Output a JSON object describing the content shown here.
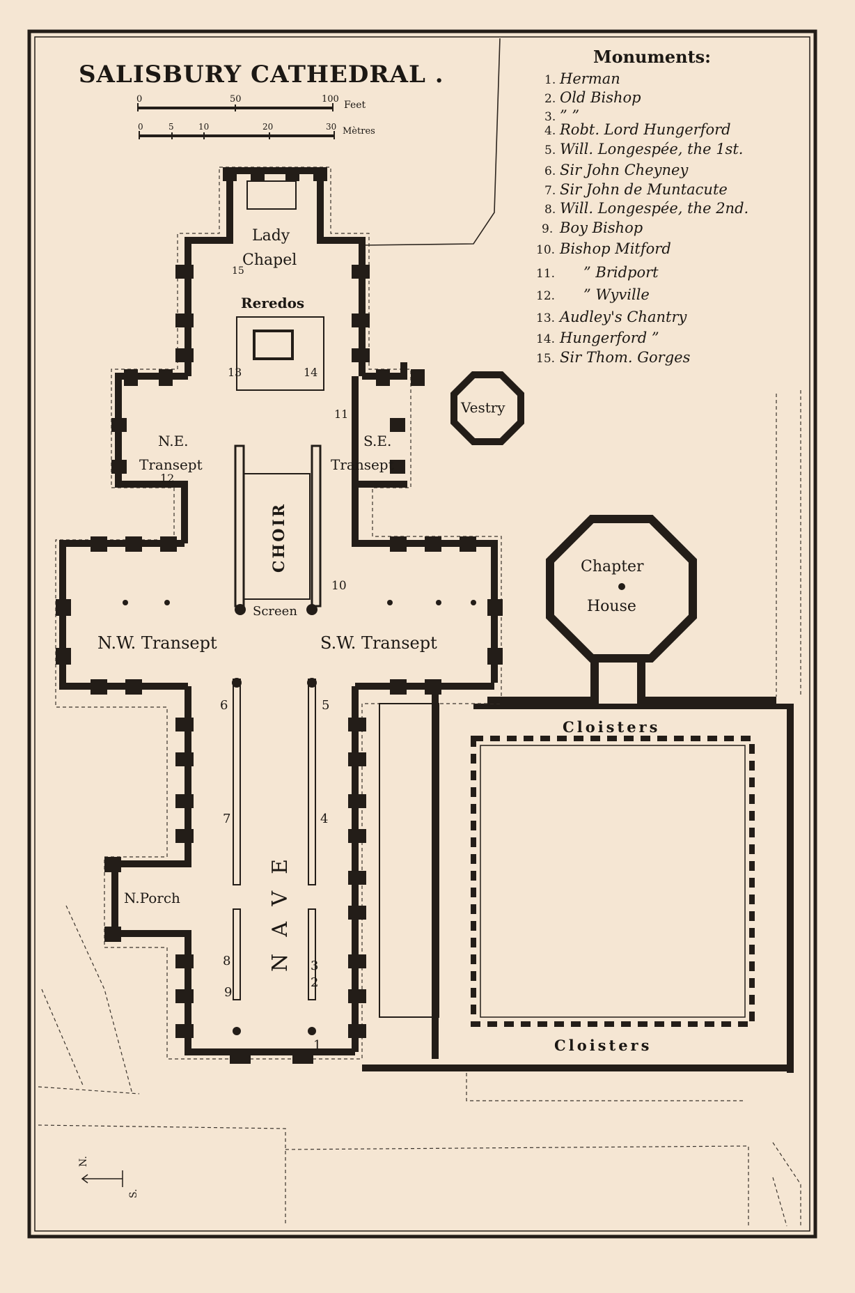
{
  "title": "SALISBURY CATHEDRAL .",
  "scale": {
    "feet_unit": "Feet",
    "feet_ticks": [
      "0",
      "50",
      "100"
    ],
    "metres_unit": "Mètres",
    "metres_ticks": [
      "0",
      "5",
      "10",
      "20",
      "30"
    ]
  },
  "legend": {
    "heading": "Monuments:",
    "items": [
      {
        "num": "1.",
        "text": "Herman"
      },
      {
        "num": "2.",
        "text": "Old Bishop"
      },
      {
        "num": "3.",
        "text": "”       ”"
      },
      {
        "num": "4.",
        "text": "Robt. Lord Hungerford"
      },
      {
        "num": "5.",
        "text": "Will. Longespée, the 1st."
      },
      {
        "num": "6.",
        "text": "Sir John Cheyney"
      },
      {
        "num": "7.",
        "text": "Sir John de Muntacute"
      },
      {
        "num": "8.",
        "text": "Will. Longespée, the 2nd."
      },
      {
        "num": "9.",
        "text": "Boy Bishop"
      },
      {
        "num": "10.",
        "text": "Bishop Mitford"
      },
      {
        "num": "11.",
        "text": "”     Bridport"
      },
      {
        "num": "12.",
        "text": "”     Wyville"
      },
      {
        "num": "13.",
        "text": "Audley's Chantry"
      },
      {
        "num": "14.",
        "text": "Hungerford   ”"
      },
      {
        "num": "15.",
        "text": "Sir Thom. Gorges"
      }
    ]
  },
  "areas": {
    "lady": "Lady",
    "chapel": "Chapel",
    "reredos": "Reredos",
    "vestry": "Vestry",
    "ne_1": "N.E.",
    "ne_2": "Transept",
    "se_1": "S.E.",
    "se_2": "Transept",
    "choir": "CHOIR",
    "screen": "Screen",
    "chapter_1": "Chapter",
    "chapter_2": "House",
    "nw_transept": "N.W. Transept",
    "sw_transept": "S.W. Transept",
    "cloisters_top": "Cloisters",
    "cloisters_bottom": "Cloisters",
    "nave": "NAVE",
    "porch": "N.Porch"
  },
  "markers": {
    "m1": "1",
    "m2": "2",
    "m3": "3",
    "m4": "4",
    "m5": "5",
    "m6": "6",
    "m7": "7",
    "m8": "8",
    "m9": "9",
    "m10": "10",
    "m11": "11",
    "m12": "12",
    "m13": "13",
    "m14": "14",
    "m15": "15"
  },
  "compass": {
    "north": "N.",
    "south": "S."
  }
}
